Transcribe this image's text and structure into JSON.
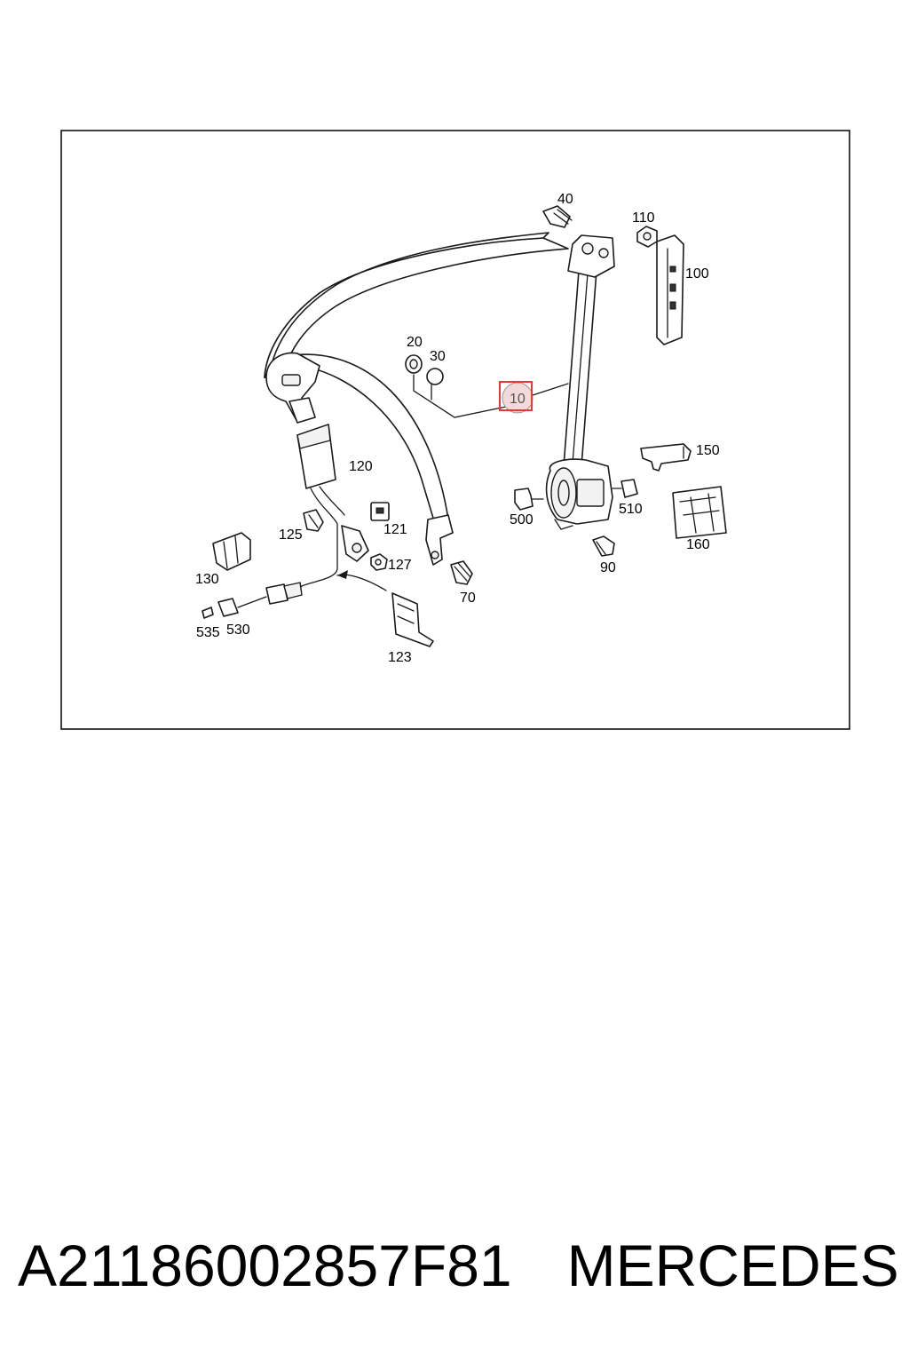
{
  "caption": {
    "part_number": "A21186002857F81",
    "brand": "MERCEDES"
  },
  "diagram": {
    "highlighted_part": "10",
    "labels": {
      "p10": "10",
      "p20": "20",
      "p30": "30",
      "p40": "40",
      "p70": "70",
      "p90": "90",
      "p100": "100",
      "p110": "110",
      "p120": "120",
      "p121": "121",
      "p123": "123",
      "p125": "125",
      "p127": "127",
      "p130": "130",
      "p150": "150",
      "p160": "160",
      "p500": "500",
      "p510": "510",
      "p530": "530",
      "p535": "535"
    },
    "colors": {
      "highlight_box": "#e53935",
      "highlight_circle": "#f3d9d9",
      "line": "#1a1a1a",
      "frame": "#000000"
    }
  }
}
